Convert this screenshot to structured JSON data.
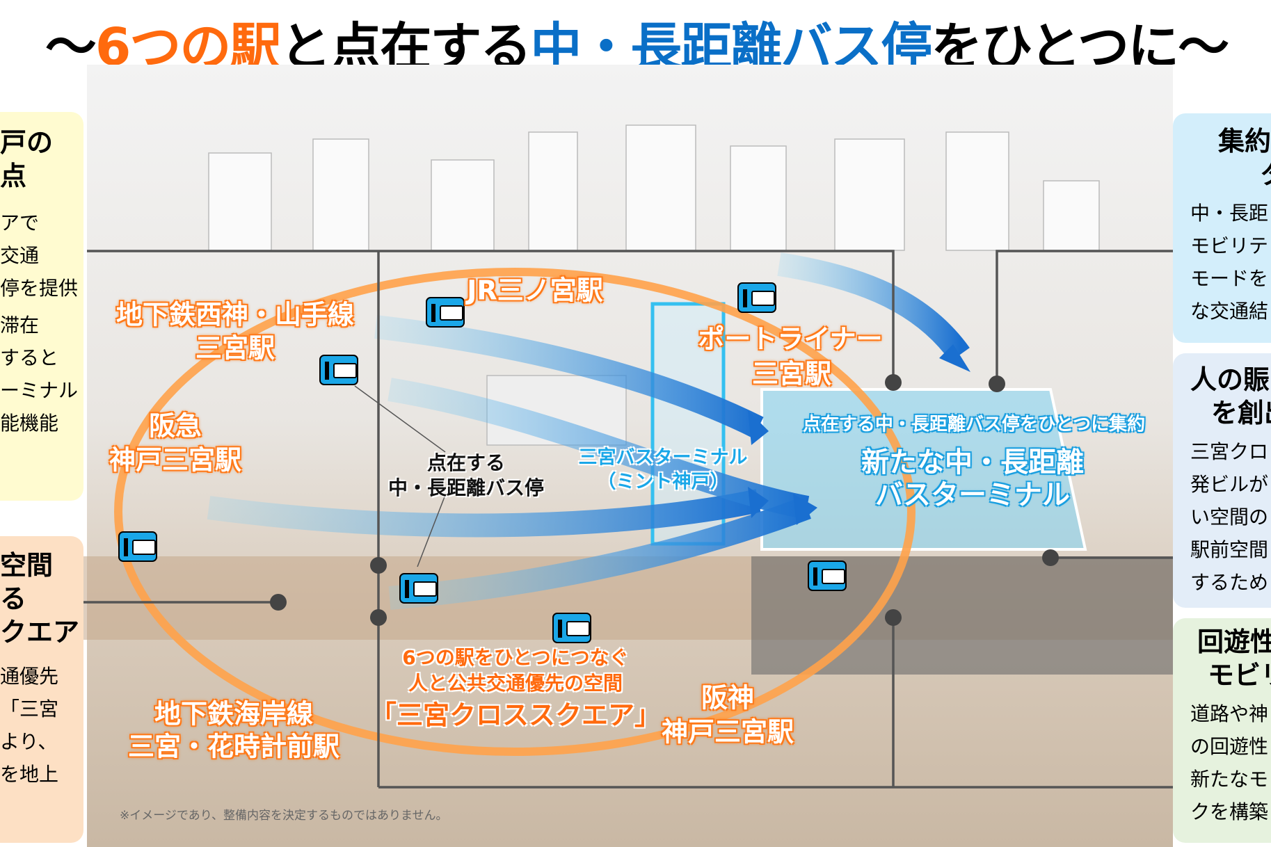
{
  "title": {
    "prefix": "～",
    "orange": "6つの駅",
    "black1": "と点在する",
    "blue": "中・長距離バス停",
    "black2": "をひとつに",
    "suffix": "～"
  },
  "left_panels": [
    {
      "heading": [
        "戸の",
        "点"
      ],
      "body": [
        "アで",
        "交通",
        "停を提供",
        "滞在",
        "すると",
        "ーミナル",
        "能機能"
      ]
    },
    {
      "heading": [
        "空間",
        "る",
        "クエア"
      ],
      "body": [
        "通優先",
        "「三宮",
        "より、",
        "を地上"
      ]
    }
  ],
  "right_panels": [
    {
      "heading": [
        "集約",
        "タ"
      ],
      "body": [
        "中・長距",
        "モビリテ",
        "モードを",
        "な交通結"
      ]
    },
    {
      "heading": [
        "人の賑",
        "を創出"
      ],
      "body": [
        "三宮クロ",
        "発ビルが",
        "い空間の",
        "駅前空間",
        "するため"
      ]
    },
    {
      "heading": [
        "回遊性",
        "モビリテ"
      ],
      "body": [
        "道路や神",
        "の回遊性",
        "新たなモ",
        "クを構築"
      ]
    }
  ],
  "labels": {
    "jr": "JR三ノ宮駅",
    "subway_seishin_1": "地下鉄西神・山手線",
    "subway_seishin_2": "三宮駅",
    "hankyu_1": "阪急",
    "hankyu_2": "神戸三宮駅",
    "portliner_1": "ポートライナー",
    "portliner_2": "三宮駅",
    "scattered_1": "点在する",
    "scattered_2": "中・長距離バス停",
    "sannomiya_bt_1": "三宮バスターミナル",
    "sannomiya_bt_2": "（ミント神戸）",
    "consolidate": "点在する中・長距離バス停をひとつに集約",
    "new_bt_1": "新たな中・長距離",
    "new_bt_2": "バスターミナル",
    "cross_1": "6つの駅をひとつにつなぐ",
    "cross_2": "人と公共交通優先の空間",
    "cross_3": "「三宮クロススクエア」",
    "hanshin_1": "阪神",
    "hanshin_2": "神戸三宮駅",
    "kaigan_1": "地下鉄海岸線",
    "kaigan_2": "三宮・花時計前駅"
  },
  "footnote": "※イメージであり、整備内容を決定するものではありません。",
  "icons": [
    "bus-stop-icon"
  ],
  "colors": {
    "orange": "#ff6a0e",
    "blue": "#0a6fc7",
    "cyan": "#1aa7e8",
    "yellow_panel": "#fffbd0",
    "orange_panel": "#fde0c4",
    "blue_panel": "#d3eefb",
    "lightblue_panel": "#e3edf8",
    "green_panel": "#e6f2de"
  }
}
